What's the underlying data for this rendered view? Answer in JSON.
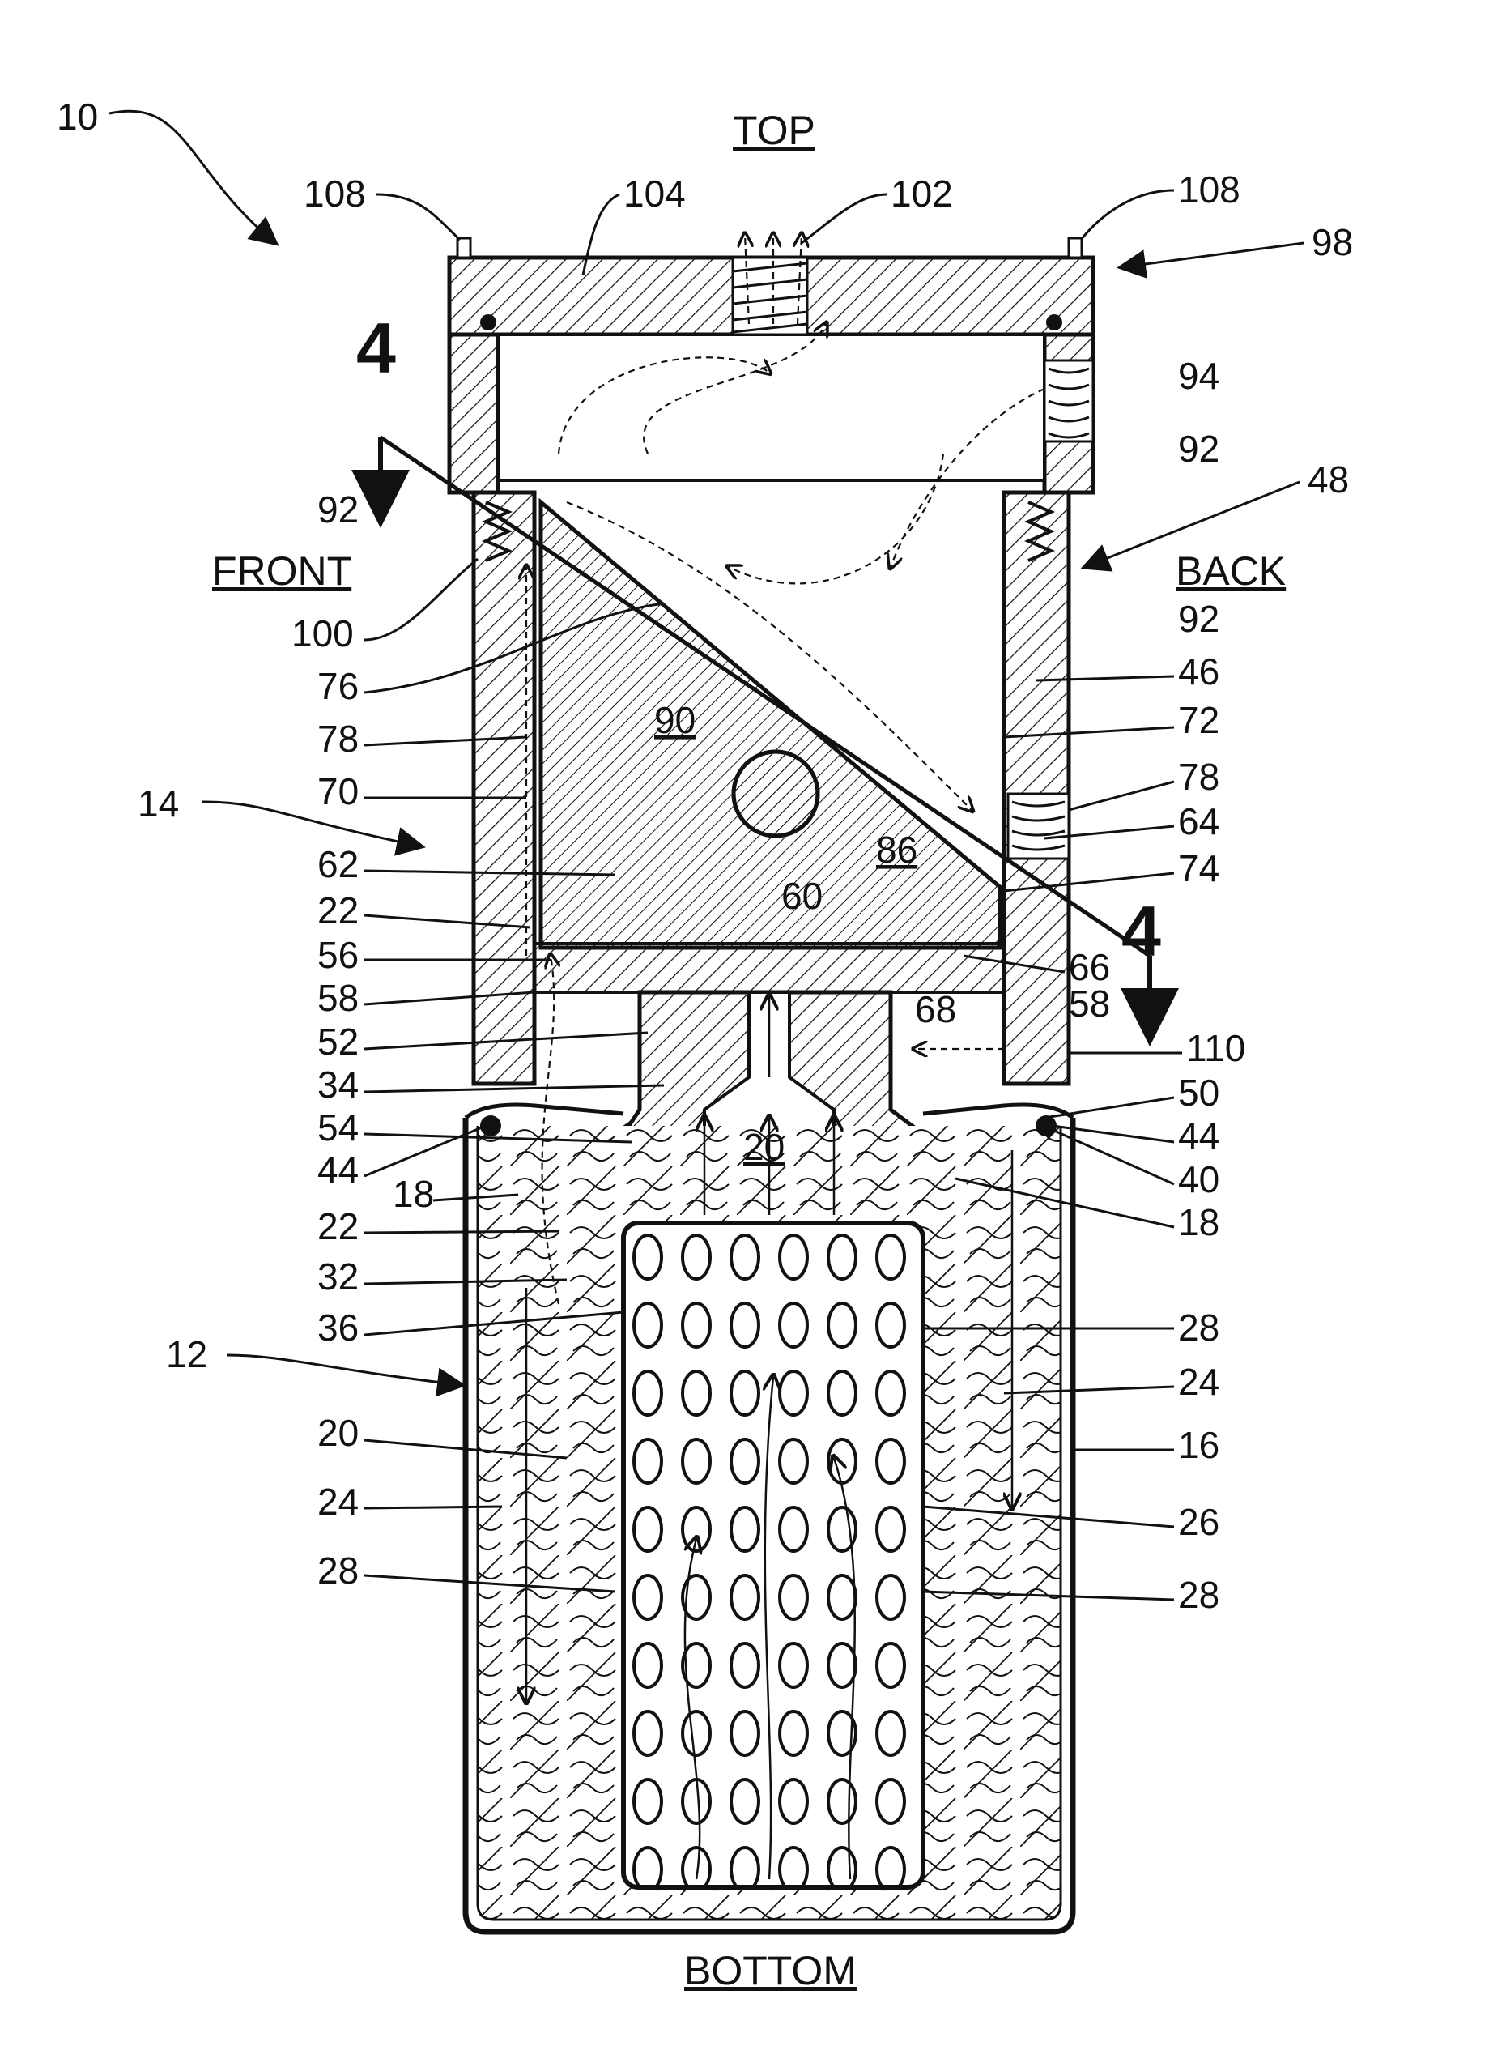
{
  "figure": {
    "directions": {
      "top": "TOP",
      "bottom": "BOTTOM",
      "front": "FRONT",
      "back": "BACK"
    },
    "section_marks": [
      "4",
      "4"
    ],
    "reference_numerals": [
      "10",
      "108",
      "104",
      "102",
      "108",
      "98",
      "94",
      "92",
      "92",
      "48",
      "92",
      "100",
      "76",
      "78",
      "70",
      "62",
      "22",
      "56",
      "58",
      "52",
      "34",
      "54",
      "44",
      "18",
      "22",
      "32",
      "36",
      "14",
      "12",
      "20",
      "24",
      "28",
      "46",
      "72",
      "78",
      "64",
      "74",
      "66",
      "58",
      "68",
      "110",
      "50",
      "44",
      "40",
      "18",
      "28",
      "24",
      "16",
      "26",
      "28",
      "90",
      "86",
      "60",
      "20"
    ]
  },
  "colors": {
    "ink": "#111111",
    "paper": "#ffffff"
  }
}
